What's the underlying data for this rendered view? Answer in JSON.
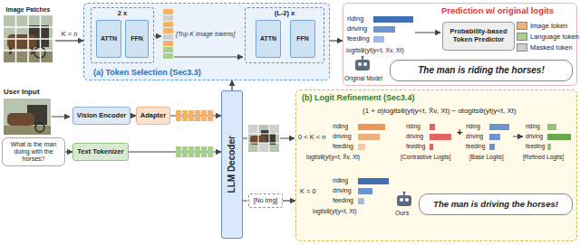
{
  "diagram": {
    "nodes": [
      {
        "text": [
          "Image Patches"
        ]
      },
      {
        "text": [
          "(a) Token Selection (Sec3.3)"
        ]
      },
      {
        "text": [
          "2 x"
        ],
        "in": 1
      },
      {
        "text": [
          "ATTN"
        ],
        "in": 2
      },
      {
        "text": [
          "FFN"
        ],
        "in": 2
      },
      {
        "text": [
          "(L-2) x"
        ],
        "in": 1
      },
      {
        "text": [
          "ATTN"
        ],
        "in": 5
      },
      {
        "text": [
          "FFN"
        ],
        "in": 5
      },
      {
        "text": [
          "Prediction w/ original logits"
        ]
      },
      {
        "text": [
          "Probability-based Token Predictor"
        ],
        "in": 8
      },
      {
        "text": [
          "The man is riding the horses!"
        ],
        "in": 8
      },
      {
        "text": [
          "What is the man doing with the horses?"
        ]
      },
      {
        "text": [
          "Vision Encoder"
        ]
      },
      {
        "text": [
          "Adapter"
        ]
      },
      {
        "text": [
          "Text Tokenizer"
        ]
      },
      {
        "text": [
          "LLM Decoder"
        ]
      },
      {
        "text": [
          "[No Img]"
        ]
      },
      {
        "text": [
          "(b) Logit Refinement (Sec3.4)"
        ]
      },
      {
        "text": [
          "The man is driving the horses!"
        ],
        "in": 17
      }
    ],
    "edges": [
      {
        "from": 0,
        "to": 1,
        "label": "K = n",
        "arrow": "to"
      },
      {
        "from": 1,
        "to": 8,
        "arrow": "to"
      },
      {
        "from": 12,
        "to": 13,
        "arrow": "to"
      },
      {
        "from": 13,
        "to": 15,
        "arrow": "to"
      },
      {
        "from": 14,
        "to": 15,
        "arrow": "to"
      },
      {
        "from": 11,
        "to": 14,
        "arrow": "to"
      },
      {
        "from": 15,
        "to": 1,
        "arrow": "to"
      },
      {
        "from": 16,
        "to": 17,
        "arrow": "to"
      }
    ],
    "labels": [
      "[Top K image tokens]",
      "riding",
      "driving",
      "feeding",
      "logitsθ(yt|y<t, Xv, Xt)",
      "Original Model",
      "User Input",
      "0 < K < n",
      "riding",
      "driving",
      "feeding",
      "logitsθ(yt|y<t, X̃v, Xt)",
      "K = 0",
      "riding",
      "driving",
      "feeding",
      "logitsθ(yt|y<t, Xt)",
      "(1 + α)logitsθ(yt|y<t, X̃v, Xt) − αlogitsθ(yt|y<t, Xt)",
      "riding",
      "driving",
      "feeding",
      "[Contrastive Logits]",
      "+",
      "riding",
      "driving",
      "feeding",
      "[Base Logits]",
      "riding",
      "driving",
      "feeding",
      "[Refined Logits]",
      "Ours"
    ],
    "legend": [
      {
        "text": "Image token",
        "color": "#f5b26b"
      },
      {
        "text": "Language token",
        "color": "#a8d08d"
      },
      {
        "text": "Masked token",
        "color": "#cfcfcf"
      }
    ]
  }
}
